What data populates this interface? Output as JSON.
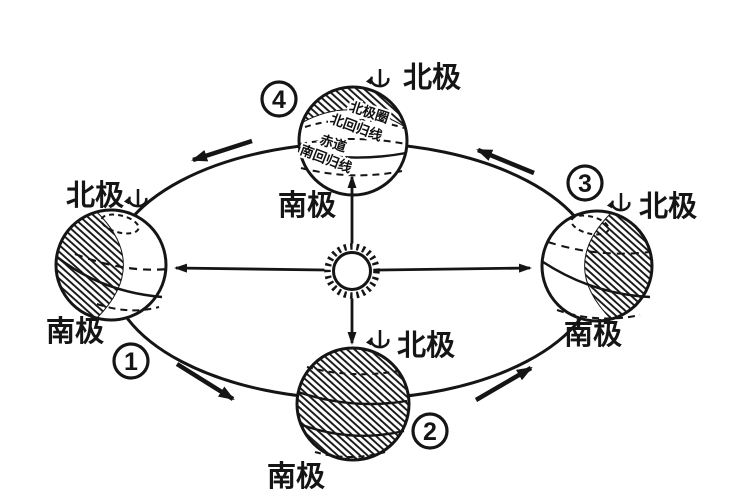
{
  "positions": [
    {
      "number": "1",
      "north_pole_label": "北极",
      "south_pole_label": "南极"
    },
    {
      "number": "2",
      "north_pole_label": "北极",
      "south_pole_label": "南极"
    },
    {
      "number": "3",
      "north_pole_label": "北极",
      "south_pole_label": "南极"
    },
    {
      "number": "4",
      "north_pole_label": "北极",
      "south_pole_label": "南极"
    }
  ],
  "latitude_labels": {
    "arctic_circle": "北极圈",
    "tropic_of_cancer": "北回归线",
    "equator": "赤道",
    "tropic_of_capricorn": "南回归线"
  },
  "colors": {
    "ink": "#151515",
    "background": "#ffffff"
  }
}
